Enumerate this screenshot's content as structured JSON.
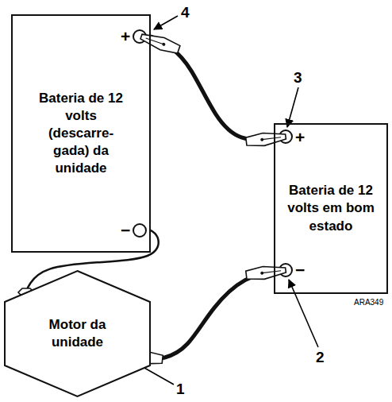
{
  "diagram": {
    "nodes": [
      {
        "text": [
          "Bateria de 12 volts (descarre- gada) da unidade"
        ]
      },
      {
        "text": [
          "Bateria de 12 volts em bom estado"
        ]
      },
      {
        "text": [
          "Motor da unidade"
        ]
      }
    ],
    "edges": [
      {
        "from": 0,
        "to": 1,
        "arrow": "none"
      },
      {
        "from": 1,
        "to": 2,
        "arrow": "none"
      },
      {
        "from": 0,
        "to": 2,
        "arrow": "none"
      }
    ],
    "labels": [
      "4",
      "+",
      "3",
      "+",
      "−",
      "−",
      "2",
      "ARA349",
      "1"
    ]
  }
}
